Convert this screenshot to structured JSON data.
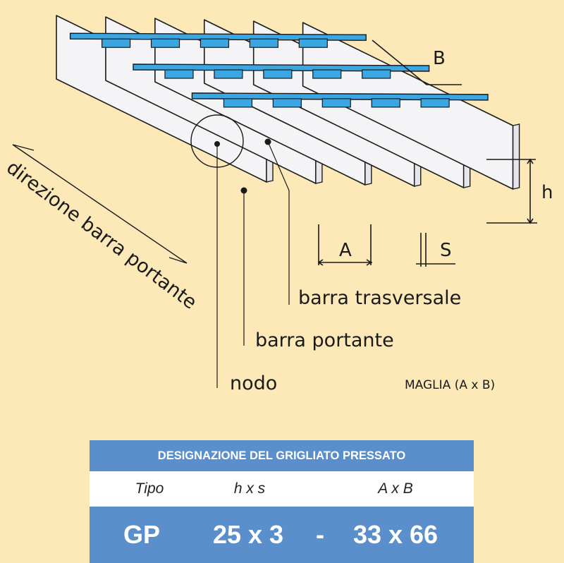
{
  "labels": {
    "direction": "direzione barra portante",
    "cross_bar": "barra trasversale",
    "bearing_bar": "barra portante",
    "node": "nodo",
    "mesh": "MAGLIA (A x B)",
    "dim_a": "A",
    "dim_b": "B",
    "dim_h": "h",
    "dim_s": "S"
  },
  "designation": {
    "title": "DESIGNAZIONE DEL GRIGLIATO PRESSATO",
    "headers": {
      "type": "Tipo",
      "hs": "h x s",
      "ab": "A x B"
    },
    "values": {
      "type": "GP",
      "hs": "25 x 3",
      "dash": "-",
      "ab": "33 x 66"
    }
  },
  "colors": {
    "background": "#fde9b8",
    "cross_bar_blue": "#3aa6e2",
    "table_blue": "#5b8fcb",
    "bar_fill": "#f4f4f6"
  }
}
